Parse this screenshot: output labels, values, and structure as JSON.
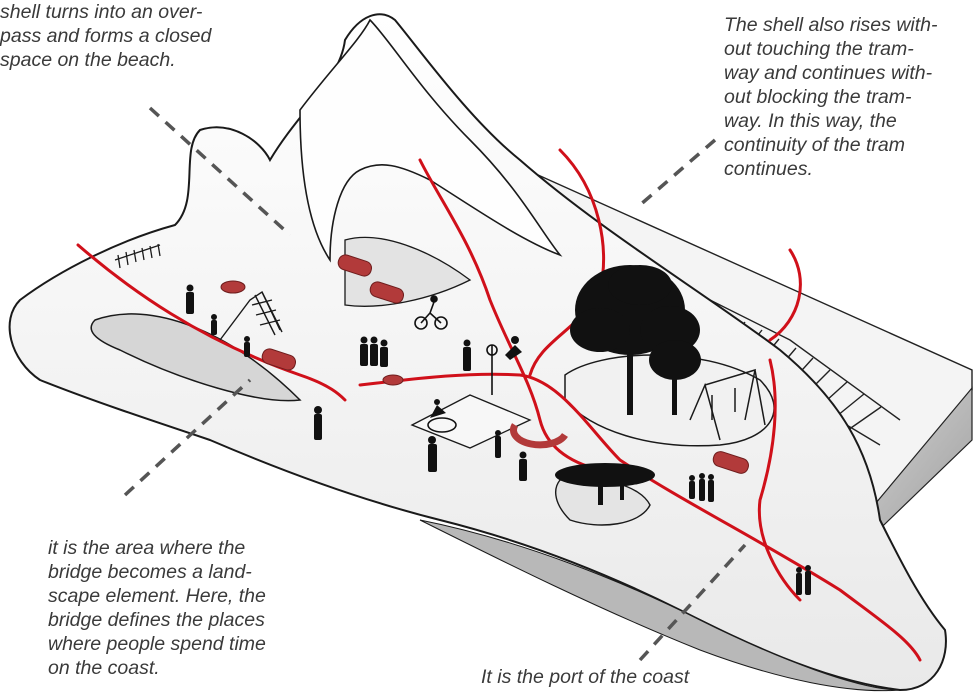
{
  "annotations": {
    "top_left": "shell turns into an over-\npass and forms a closed\nspace on the beach.",
    "top_right": "The shell also rises with-\nout touching the tram-\nway and continues with-\nout blocking the tram-\nway. In this way, the\ncontinuity of the tram\ncontinues.",
    "bottom_left": "it is the area where the\nbridge becomes a land-\nscape element. Here, the\nbridge defines the places\nwhere people spend time\non the coast.",
    "bottom_center": "It is the port of the coast"
  },
  "colors": {
    "path_red": "#d0101a",
    "bench_red": "#b23a3a",
    "shell_white": "#fbfbfb",
    "shadow_grey": "#9a9a9a",
    "leader_grey": "#555555"
  }
}
